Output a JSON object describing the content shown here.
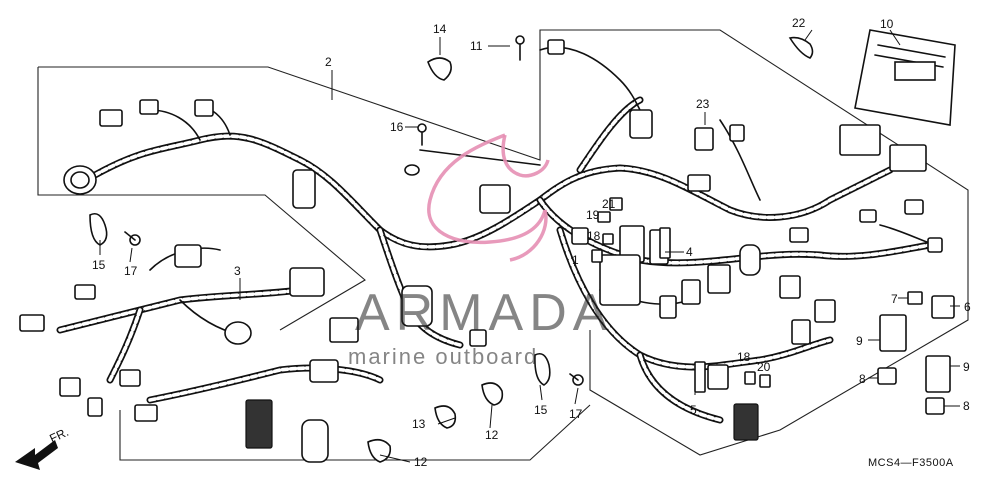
{
  "diagram": {
    "code": "MCS4—F3500A",
    "direction_label": "FR.",
    "callouts": [
      {
        "id": "c2",
        "text": "2"
      },
      {
        "id": "c3",
        "text": "3"
      },
      {
        "id": "c4",
        "text": "4"
      },
      {
        "id": "c5",
        "text": "5"
      },
      {
        "id": "c6",
        "text": "6"
      },
      {
        "id": "c7",
        "text": "7"
      },
      {
        "id": "c8a",
        "text": "8"
      },
      {
        "id": "c8b",
        "text": "8"
      },
      {
        "id": "c9a",
        "text": "9"
      },
      {
        "id": "c9b",
        "text": "9"
      },
      {
        "id": "c10",
        "text": "10"
      },
      {
        "id": "c11",
        "text": "11"
      },
      {
        "id": "c12a",
        "text": "12"
      },
      {
        "id": "c12b",
        "text": "12"
      },
      {
        "id": "c13",
        "text": "13"
      },
      {
        "id": "c14",
        "text": "14"
      },
      {
        "id": "c15a",
        "text": "15"
      },
      {
        "id": "c15b",
        "text": "15"
      },
      {
        "id": "c16",
        "text": "16"
      },
      {
        "id": "c17a",
        "text": "17"
      },
      {
        "id": "c17b",
        "text": "17"
      },
      {
        "id": "c18a",
        "text": "18"
      },
      {
        "id": "c18b",
        "text": "18"
      },
      {
        "id": "c19",
        "text": "19"
      },
      {
        "id": "c20",
        "text": "20"
      },
      {
        "id": "c21",
        "text": "21"
      },
      {
        "id": "c22",
        "text": "22"
      },
      {
        "id": "c23",
        "text": "23"
      },
      {
        "id": "c1",
        "text": "1"
      }
    ]
  },
  "watermark": {
    "brand": "ARMADA",
    "tagline": "marine outboard",
    "color": "#e58fb4"
  }
}
